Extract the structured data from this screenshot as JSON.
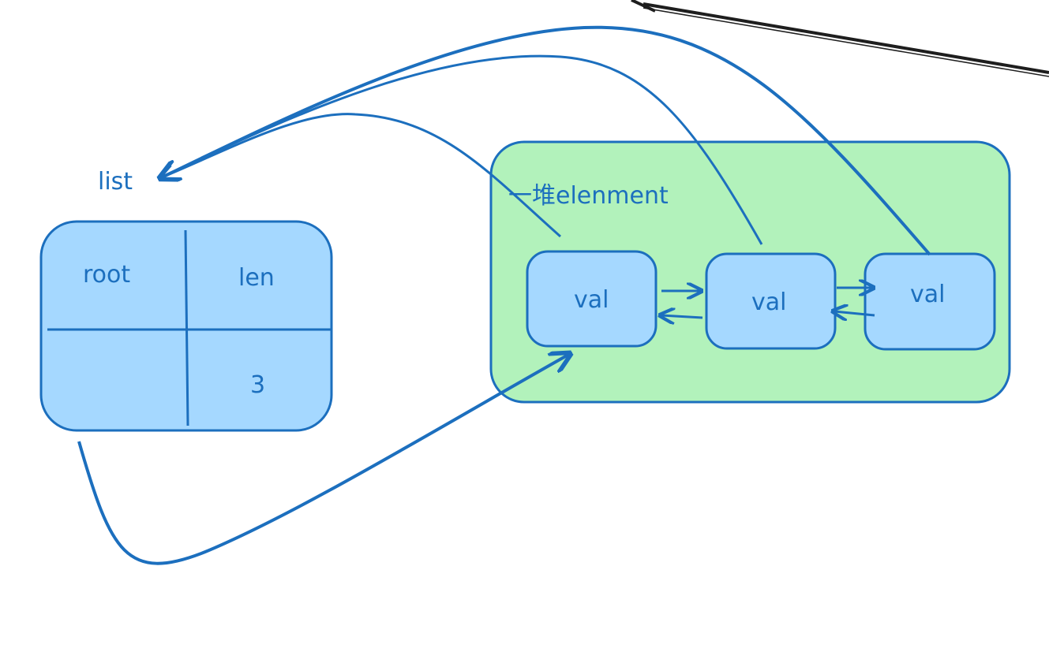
{
  "diagram": {
    "list_label": "list",
    "list_struct": {
      "field_root": "root",
      "field_len": "len",
      "len_value": "3"
    },
    "heap_group": {
      "label": "一堆elenment"
    },
    "nodes": [
      {
        "label": "val"
      },
      {
        "label": "val"
      },
      {
        "label": "val"
      }
    ],
    "colors": {
      "stroke_blue": "#1c6fbe",
      "fill_blue": "#a5d8ff",
      "fill_green": "#b2f2bb",
      "stroke_black": "#1e1e1e"
    }
  }
}
